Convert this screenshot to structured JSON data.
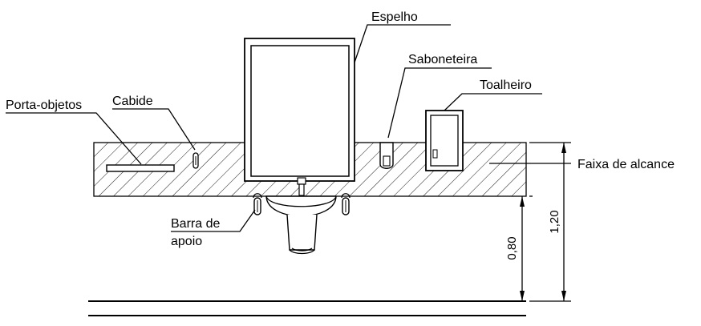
{
  "labels": {
    "espelho": "Espelho",
    "saboneteira": "Saboneteira",
    "toalheiro": "Toalheiro",
    "porta_objetos": "Porta-objetos",
    "cabide": "Cabide",
    "faixa": "Faixa de alcance",
    "barra_line1": "Barra de",
    "barra_line2": "apoio"
  },
  "dimensions": {
    "height_low": "0,80",
    "height_high": "1,20"
  }
}
